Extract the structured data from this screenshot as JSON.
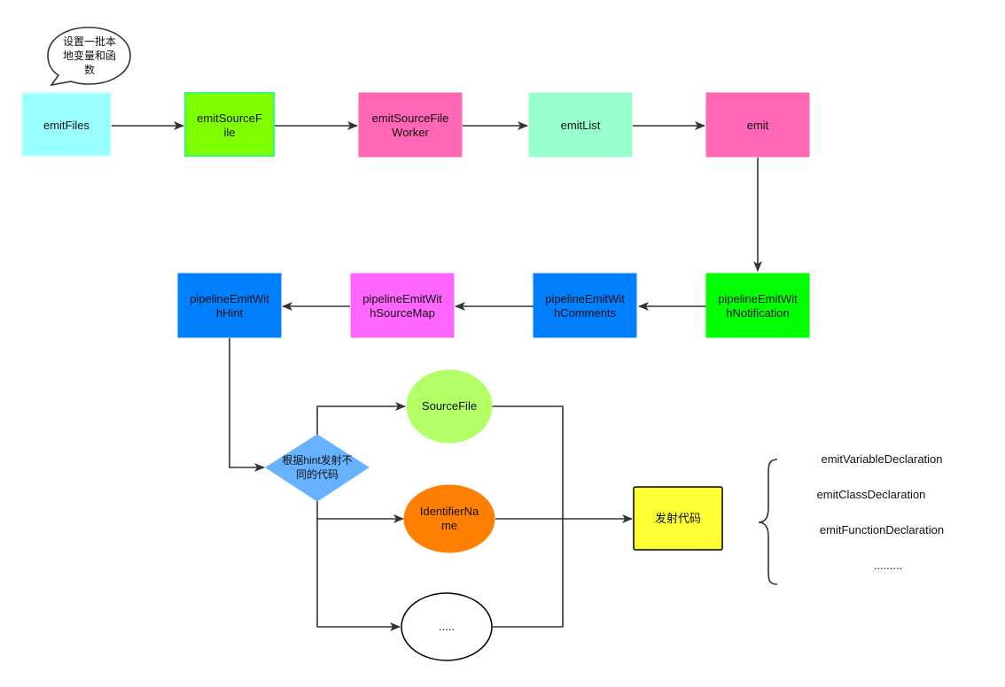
{
  "bubble": {
    "lines": [
      "设置一批本",
      "地变量和函",
      "数"
    ]
  },
  "nodes": {
    "emitFiles": {
      "lines": [
        "emitFiles"
      ],
      "fill": "#99FFFF",
      "stroke": "#CCFFFF"
    },
    "emitSourceFile": {
      "lines": [
        "emitSourceF",
        "ile"
      ],
      "fill": "#80FF00",
      "stroke": "#33FF66"
    },
    "emitSourceFileWorker": {
      "lines": [
        "emitSourceFile",
        "Worker"
      ],
      "fill": "#FF66B3",
      "stroke": "#FF66B3"
    },
    "emitList": {
      "lines": [
        "emitList"
      ],
      "fill": "#99FFCC",
      "stroke": "#99FFCC"
    },
    "emit": {
      "lines": [
        "emit"
      ],
      "fill": "#FF66B3",
      "stroke": "#FF66B3"
    },
    "pipelineEmitWithNotification": {
      "lines": [
        "pipelineEmitWit",
        "hNotification"
      ],
      "fill": "#00FF00",
      "stroke": "#00FF00"
    },
    "pipelineEmitWithComments": {
      "lines": [
        "pipelineEmitWit",
        "hComments"
      ],
      "fill": "#007FFF",
      "stroke": "#007FFF"
    },
    "pipelineEmitWithSourceMap": {
      "lines": [
        "pipelineEmitWit",
        "hSourceMap"
      ],
      "fill": "#FF66FF",
      "stroke": "#FF66FF"
    },
    "pipelineEmitWithHint": {
      "lines": [
        "pipelineEmitWit",
        "hHint"
      ],
      "fill": "#007FFF",
      "stroke": "#007FFF"
    },
    "decision": {
      "lines": [
        "根据hint发射不",
        "同的代码"
      ],
      "fill": "#66B2FF",
      "stroke": "#66B2FF"
    },
    "sourceFile": {
      "lines": [
        "SourceFile"
      ],
      "fill": "#B3FF66",
      "stroke": "#B3FF66"
    },
    "identifierName": {
      "lines": [
        "IdentifierNa",
        "me"
      ],
      "fill": "#FF8000",
      "stroke": "#FF8000"
    },
    "ellipsisNode": {
      "lines": [
        "....."
      ],
      "fill": "#FFFFFF",
      "stroke": "#000000"
    },
    "emitCode": {
      "lines": [
        "发射代码"
      ],
      "fill": "#FFFF33",
      "stroke": "#000000"
    }
  },
  "brace_list": {
    "items": [
      "emitVariableDeclaration",
      "emitClassDeclaration",
      "emitFunctionDeclaration",
      "........."
    ]
  }
}
